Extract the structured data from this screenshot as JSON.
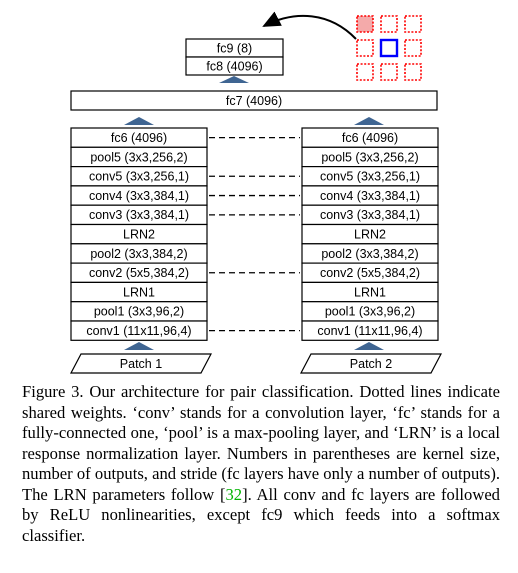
{
  "figure": {
    "top": {
      "fc9": "fc9 (8)",
      "fc8": "fc8 (4096)",
      "fc7": "fc7 (4096)"
    },
    "left_column": [
      "fc6 (4096)",
      "pool5 (3x3,256,2)",
      "conv5 (3x3,256,1)",
      "conv4 (3x3,384,1)",
      "conv3 (3x3,384,1)",
      "LRN2",
      "pool2 (3x3,384,2)",
      "conv2 (5x5,384,2)",
      "LRN1",
      "pool1 (3x3,96,2)",
      "conv1 (11x11,96,4)"
    ],
    "right_column": [
      "fc6 (4096)",
      "pool5 (3x3,256,2)",
      "conv5 (3x3,256,1)",
      "conv4 (3x3,384,1)",
      "conv3 (3x3,384,1)",
      "LRN2",
      "pool2 (3x3,384,2)",
      "conv2 (5x5,384,2)",
      "LRN1",
      "pool1 (3x3,96,2)",
      "conv1 (11x11,96,4)"
    ],
    "shared_rows": [
      0,
      2,
      3,
      4,
      7,
      10
    ],
    "patch_left": "Patch 1",
    "patch_right": "Patch 2",
    "colors": {
      "arrow": "#3f6592",
      "grid_dotted": "#ff0000",
      "grid_highlight": "#0000ff",
      "grid_pink": "#f4aaaa"
    }
  },
  "caption": {
    "label": "Figure 3.",
    "before_cite": " Our architecture for pair classification. Dotted lines indicate shared weights. ‘conv’ stands for a convolution layer, ‘fc’ stands for a fully-connected one, ‘pool’ is a max-pooling layer, and ‘LRN’ is a local response normalization layer. Numbers in parentheses are kernel size, number of outputs, and stride (fc layers have only a number of outputs). The LRN parameters follow [",
    "cite": "32",
    "after_cite": "]. All conv and fc layers are followed by ReLU nonlinearities, except fc9 which feeds into a softmax classifier."
  }
}
